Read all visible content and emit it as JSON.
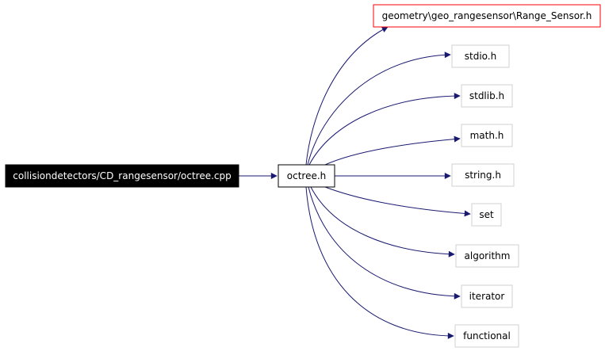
{
  "colors": {
    "edge": "#191970",
    "root_fill": "#000000",
    "root_text": "#ffffff",
    "node_border": "#000000",
    "missing_border": "#d0d0d0",
    "highlight_border": "#ff0000"
  },
  "root": {
    "label": "collisiondetectors/CD_rangesensor/octree.cpp"
  },
  "center": {
    "label": "octree.h"
  },
  "includes": [
    {
      "label": "geometry\\geo_rangesensor\\Range_Sensor.h",
      "style": "highlight"
    },
    {
      "label": "stdio.h",
      "style": "missing"
    },
    {
      "label": "stdlib.h",
      "style": "missing"
    },
    {
      "label": "math.h",
      "style": "missing"
    },
    {
      "label": "string.h",
      "style": "missing"
    },
    {
      "label": "set",
      "style": "missing"
    },
    {
      "label": "algorithm",
      "style": "missing"
    },
    {
      "label": "iterator",
      "style": "missing"
    },
    {
      "label": "functional",
      "style": "missing"
    }
  ]
}
